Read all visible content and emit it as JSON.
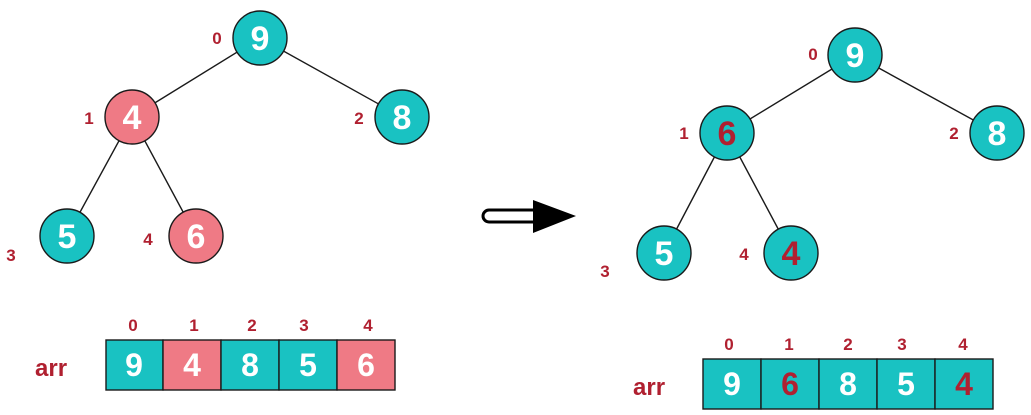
{
  "colors": {
    "teal": "#19c2c2",
    "pink": "#ef7a85",
    "dark_red": "#b02030",
    "white": "#ffffff"
  },
  "before": {
    "nodes": [
      {
        "index": "0",
        "value": "9",
        "fill": "teal",
        "text": "white"
      },
      {
        "index": "1",
        "value": "4",
        "fill": "pink",
        "text": "white"
      },
      {
        "index": "2",
        "value": "8",
        "fill": "teal",
        "text": "white"
      },
      {
        "index": "3",
        "value": "5",
        "fill": "teal",
        "text": "white"
      },
      {
        "index": "4",
        "value": "6",
        "fill": "pink",
        "text": "white"
      }
    ],
    "array": {
      "label": "arr",
      "indices": [
        "0",
        "1",
        "2",
        "3",
        "4"
      ],
      "cells": [
        {
          "value": "9",
          "fill": "teal",
          "text": "white"
        },
        {
          "value": "4",
          "fill": "pink",
          "text": "white"
        },
        {
          "value": "8",
          "fill": "teal",
          "text": "white"
        },
        {
          "value": "5",
          "fill": "teal",
          "text": "white"
        },
        {
          "value": "6",
          "fill": "pink",
          "text": "white"
        }
      ]
    }
  },
  "after": {
    "nodes": [
      {
        "index": "0",
        "value": "9",
        "fill": "teal",
        "text": "white"
      },
      {
        "index": "1",
        "value": "6",
        "fill": "teal",
        "text": "dark_red"
      },
      {
        "index": "2",
        "value": "8",
        "fill": "teal",
        "text": "white"
      },
      {
        "index": "3",
        "value": "5",
        "fill": "teal",
        "text": "white"
      },
      {
        "index": "4",
        "value": "4",
        "fill": "teal",
        "text": "dark_red"
      }
    ],
    "array": {
      "label": "arr",
      "indices": [
        "0",
        "1",
        "2",
        "3",
        "4"
      ],
      "cells": [
        {
          "value": "9",
          "fill": "teal",
          "text": "white"
        },
        {
          "value": "6",
          "fill": "teal",
          "text": "dark_red"
        },
        {
          "value": "8",
          "fill": "teal",
          "text": "white"
        },
        {
          "value": "5",
          "fill": "teal",
          "text": "white"
        },
        {
          "value": "4",
          "fill": "teal",
          "text": "dark_red"
        }
      ]
    }
  }
}
